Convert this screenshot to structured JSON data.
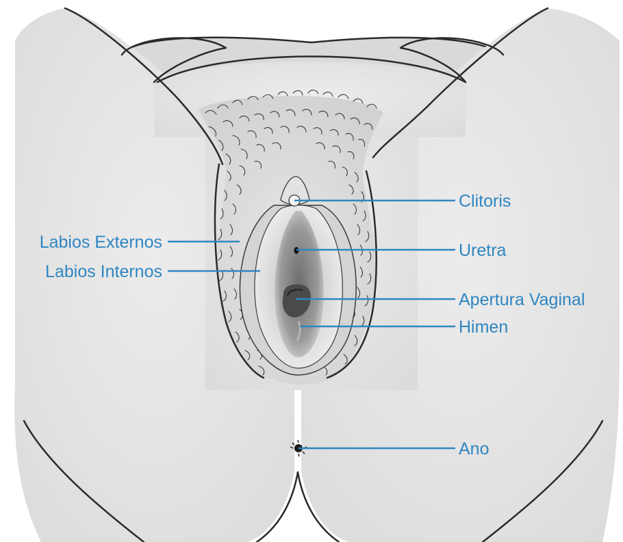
{
  "labels": {
    "clitoris": "Clitoris",
    "uretra": "Uretra",
    "apertura_vaginal": "Apertura Vaginal",
    "himen": "Himen",
    "ano": "Ano",
    "labios_externos": "Labios Externos",
    "labios_internos": "Labios Internos"
  },
  "colors": {
    "label": "#2f86c1",
    "skin": "#e3e3e3",
    "outline": "#2a2a2a"
  }
}
